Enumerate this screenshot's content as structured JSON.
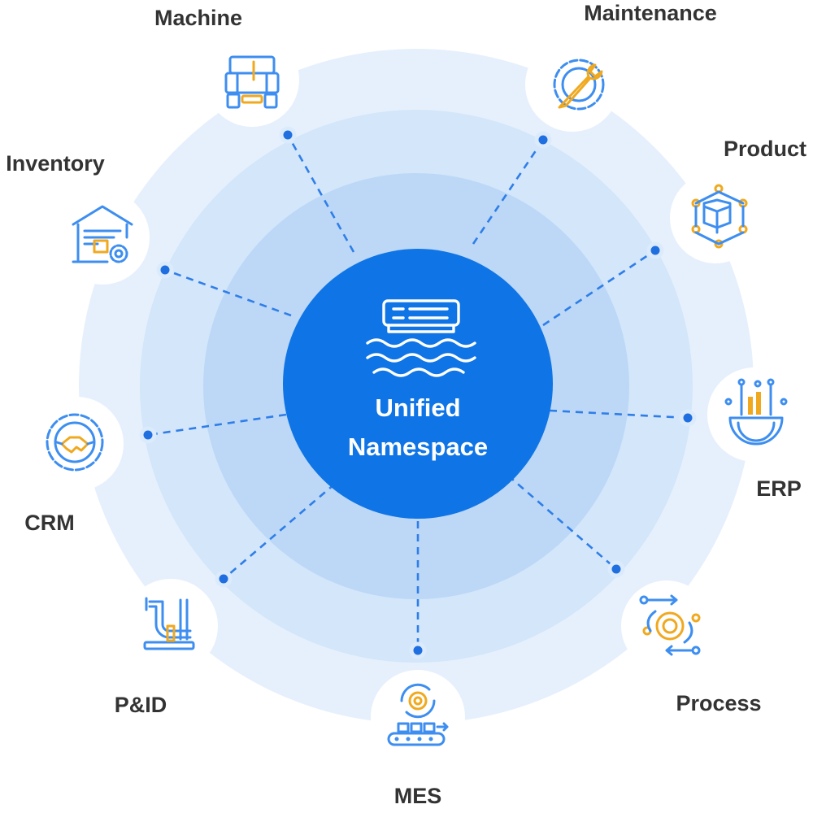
{
  "center": {
    "title_line1": "Unified",
    "title_line2": "Namespace",
    "icon": "data-lake-server-icon"
  },
  "nodes": [
    {
      "label": "Machine",
      "icon": "machine-icon"
    },
    {
      "label": "Maintenance",
      "icon": "wrench-gear-icon"
    },
    {
      "label": "Product",
      "icon": "product-box-icon"
    },
    {
      "label": "ERP",
      "icon": "erp-gear-icon"
    },
    {
      "label": "Process",
      "icon": "process-flow-icon"
    },
    {
      "label": "MES",
      "icon": "conveyor-icon"
    },
    {
      "label": "P&ID",
      "icon": "piping-icon"
    },
    {
      "label": "CRM",
      "icon": "handshake-gear-icon"
    },
    {
      "label": "Inventory",
      "icon": "warehouse-icon"
    }
  ],
  "colors": {
    "outer_ring": "#e6f0fc",
    "middle_ring": "#d3e6fa",
    "inner_ring": "#bcd8f6",
    "core": "#0f74e6",
    "connector": "#2f7ee8",
    "label_text": "#333333",
    "icon_primary": "#3d8ef0",
    "icon_accent": "#f0a91f"
  }
}
